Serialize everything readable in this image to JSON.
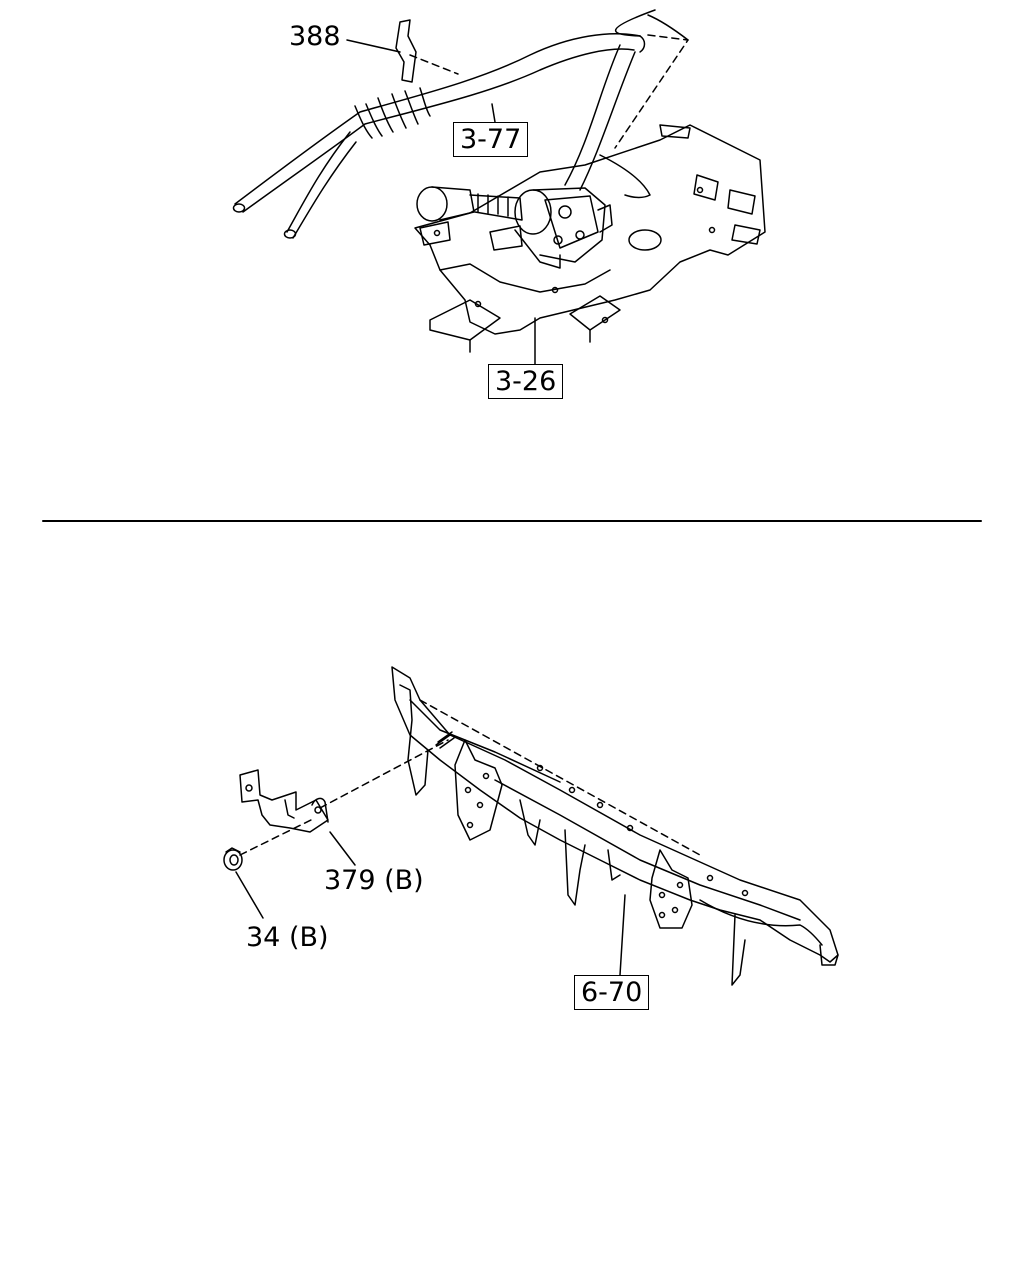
{
  "callouts": {
    "part_388": "388",
    "ref_3_77": "3-77",
    "ref_3_26": "3-26",
    "part_379b": "379 (B)",
    "part_34b": "34 (B)",
    "ref_6_70": "6-70"
  }
}
